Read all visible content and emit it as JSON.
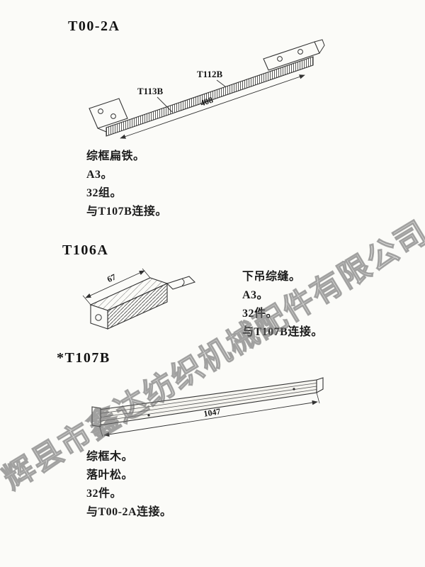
{
  "watermark": {
    "text": "辉县市鑫达纺织机械配件有限公司"
  },
  "sections": [
    {
      "title": "T00-2A",
      "figure": {
        "labels": [
          "T113B",
          "T112B"
        ],
        "dimension": "408"
      },
      "notes": [
        "综框扁铁。",
        "A3。",
        "32组。",
        "与T107B连接。"
      ]
    },
    {
      "title": "T106A",
      "figure": {
        "dimension": "67"
      },
      "notes": [
        "下吊综缝。",
        "A3。",
        "32件。",
        "与T107B连接。"
      ]
    },
    {
      "title": "*T107B",
      "figure": {
        "dimension": "1047"
      },
      "notes": [
        "综框木。",
        "落叶松。",
        "32件。",
        "与T00-2A连接。"
      ]
    }
  ]
}
